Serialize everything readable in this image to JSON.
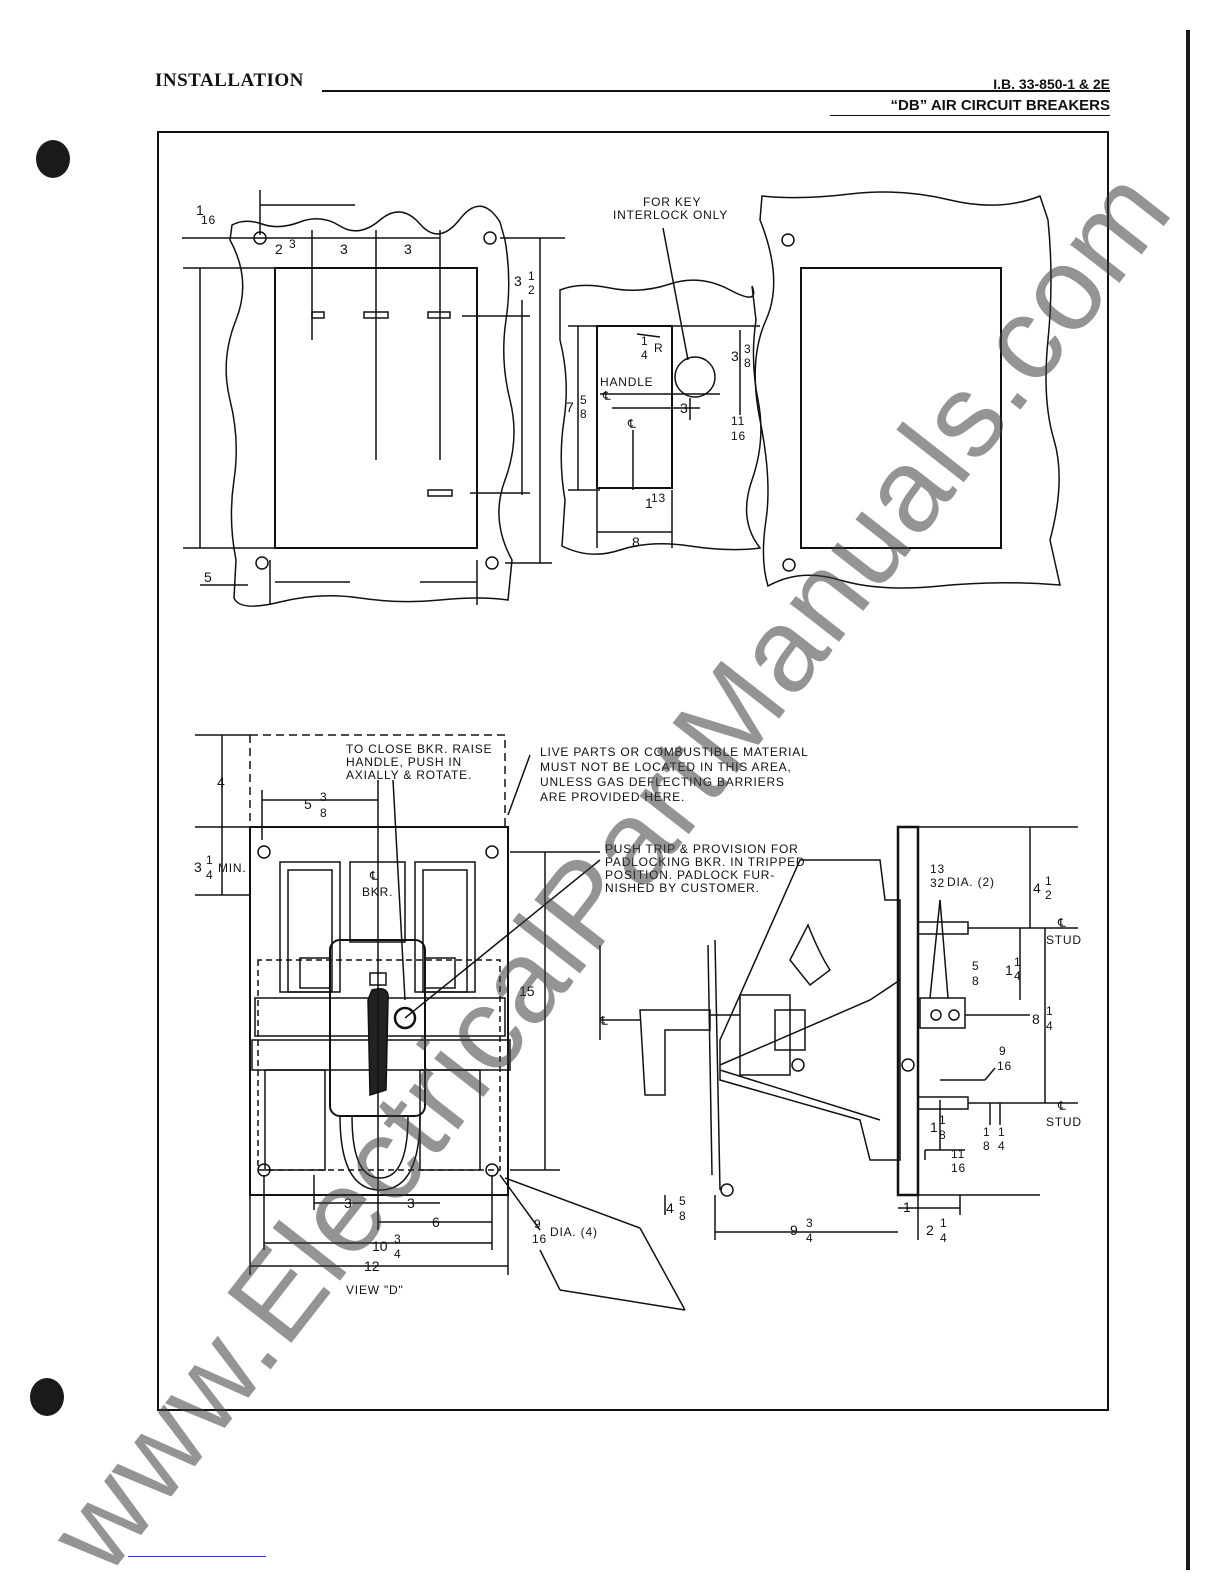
{
  "header": {
    "section": "INSTALLATION",
    "doc_number": "I.B. 33-850-1 & 2E",
    "subtitle": "“DB” AIR CIRCUIT BREAKERS"
  },
  "watermark": "www.ElectricalPartManuals.com",
  "top_left_panel": {
    "dims": [
      "1",
      "16",
      "2",
      "3",
      "3",
      "3",
      "3",
      "1",
      "2",
      "5"
    ]
  },
  "top_middle_panel": {
    "note_line1": "FOR KEY",
    "note_line2": "INTERLOCK ONLY",
    "handle": "HANDLE",
    "cl": "℄",
    "quarter_r": "R",
    "dims": {
      "d_7": "7",
      "d_5": "5",
      "d_8a": "8",
      "d_3": "3",
      "d_3b": "3",
      "d_8b": "8",
      "d_11": "11",
      "d_16": "16",
      "d_1": "1",
      "d_13": "13",
      "d_8": "8",
      "d_1q": "1",
      "d_4q": "4"
    }
  },
  "view_d": {
    "note_close_1": "TO CLOSE BKR. RAISE",
    "note_close_2": "HANDLE, PUSH IN",
    "note_close_3": "AXIALLY & ROTATE.",
    "note_live_1": "LIVE PARTS OR COMBUSTIBLE MATERIAL",
    "note_live_2": "MUST NOT BE LOCATED IN THIS AREA,",
    "note_live_3": "UNLESS GAS DEFLECTING BARRIERS",
    "note_live_4": "ARE PROVIDED HERE.",
    "note_trip_1": "PUSH TRIP & PROVISION FOR",
    "note_trip_2": "PADLOCKING BKR. IN TRIPPED",
    "note_trip_3": "POSITION. PADLOCK FUR-",
    "note_trip_4": "NISHED BY CUSTOMER.",
    "bkr_cl": "℄",
    "bkr": "BKR.",
    "min": "MIN.",
    "dia4": "DIA. (4)",
    "caption": "VIEW \"D\"",
    "dims": {
      "d4": "4",
      "d5": "5",
      "d3": "3",
      "d8": "8",
      "d3b": "3",
      "d1": "1",
      "d4b": "4",
      "d15": "15",
      "d3l": "3",
      "d3r": "3",
      "d6": "6",
      "d9": "9",
      "d16": "16",
      "d10": "10",
      "d3c": "3",
      "d4c": "4",
      "d12": "12"
    }
  },
  "side_view": {
    "dia2": "DIA. (2)",
    "stud1": "STUD",
    "stud2": "STUD",
    "cl": "℄",
    "dims": {
      "d13": "13",
      "d32": "32",
      "d4": "4",
      "d1": "1",
      "d2": "2",
      "d5": "5",
      "d8": "8",
      "d1b": "1",
      "d4b": "4",
      "d8c": "8",
      "d1c": "1",
      "d4c": "4",
      "d9": "9",
      "d16": "16",
      "d1d": "1",
      "d1e": "1",
      "d8d": "8",
      "d1f": "1",
      "d8e": "8",
      "d1g": "1",
      "d4d": "4",
      "d11": "11",
      "d16b": "16",
      "d4e": "4",
      "d5e": "5",
      "d8f": "8",
      "d9b": "9",
      "d3": "3",
      "d4f": "4",
      "d1h": "1",
      "d2b": "2",
      "d1i": "1",
      "d4g": "4"
    }
  }
}
